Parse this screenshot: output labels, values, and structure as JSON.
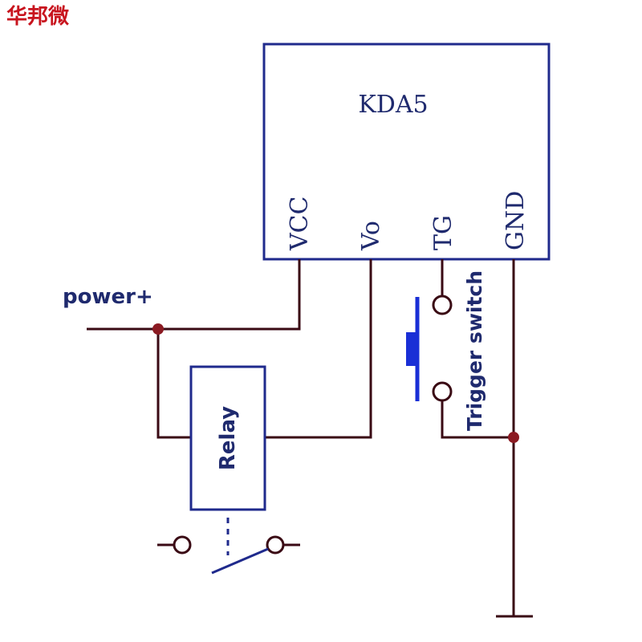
{
  "brand_text": "华邦微",
  "chip": {
    "name": "KDA5",
    "pins": {
      "vcc": "VCC",
      "vo": "Vo",
      "tg": "TG",
      "gnd": "GND"
    }
  },
  "labels": {
    "power": "power+",
    "relay": "Relay",
    "trigger_switch": "Trigger switch"
  },
  "colors": {
    "brand": "#c8141e",
    "outline": "#1f2a8c",
    "wire": "#3a0a14",
    "node": "#8b1a22",
    "text": "#1f2a6e",
    "switch_plunger": "#1a2fd6"
  }
}
